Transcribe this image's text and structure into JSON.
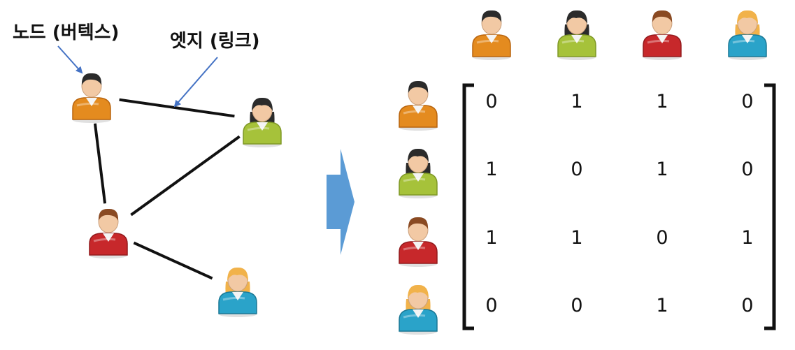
{
  "labels": {
    "node": "노드 (버텍스)",
    "edge": "엣지 (링크)"
  },
  "people": [
    {
      "id": "p1",
      "icon": "person-dark-hair-icon",
      "shirt": "#e48b1f",
      "shirt_dark": "#b8640e",
      "hair": "#2b2b2b",
      "hairstyle": "short"
    },
    {
      "id": "p2",
      "icon": "person-dark-long-hair-icon",
      "shirt": "#a6c23a",
      "shirt_dark": "#7f9826",
      "hair": "#2b2b2b",
      "hairstyle": "long"
    },
    {
      "id": "p3",
      "icon": "person-brown-hair-icon",
      "shirt": "#c7282b",
      "shirt_dark": "#931a1d",
      "hair": "#8a4a22",
      "hairstyle": "short"
    },
    {
      "id": "p4",
      "icon": "person-blonde-hair-icon",
      "shirt": "#2aa3c9",
      "shirt_dark": "#1a7895",
      "hair": "#f1b24a",
      "hairstyle": "long"
    }
  ],
  "edges": [
    [
      "p1",
      "p2"
    ],
    [
      "p1",
      "p3"
    ],
    [
      "p2",
      "p3"
    ],
    [
      "p3",
      "p4"
    ]
  ],
  "matrix": [
    [
      "0",
      "1",
      "1",
      "0"
    ],
    [
      "1",
      "0",
      "1",
      "0"
    ],
    [
      "1",
      "1",
      "0",
      "1"
    ],
    [
      "0",
      "0",
      "1",
      "0"
    ]
  ],
  "colors": {
    "arrow": "#5b9bd5",
    "edge_line": "#111111",
    "pointer": "#4472c4"
  }
}
